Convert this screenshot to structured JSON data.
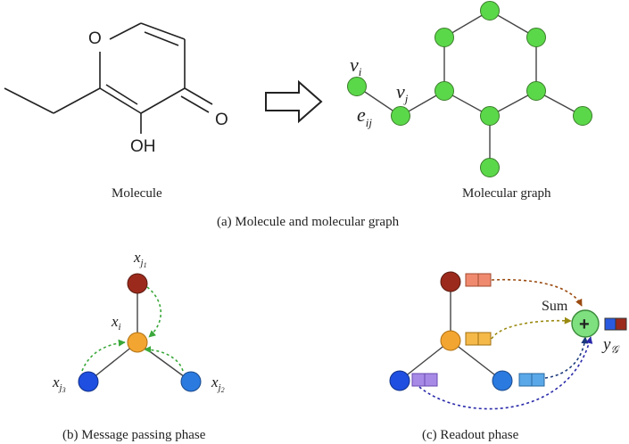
{
  "panel_a": {
    "caption": "(a) Molecule and molecular graph",
    "molecule_label": "Molecule",
    "graph_label": "Molecular graph",
    "atom_labels": {
      "ring_oxygen": "O",
      "carbonyl_oxygen": "O",
      "hydroxyl": "OH"
    },
    "node_labels": {
      "vi": "v",
      "vi_sub": "i",
      "vj": "v",
      "vj_sub": "j",
      "eij": "e",
      "eij_sub": "ij"
    }
  },
  "panel_b": {
    "caption": "(b) Message passing phase",
    "labels": {
      "xi": "x",
      "xi_sub": "i",
      "xj1": "x",
      "xj1_sub": "j",
      "xj1_subsub": "1",
      "xj2": "x",
      "xj2_sub": "j",
      "xj2_subsub": "2",
      "xj3": "x",
      "xj3_sub": "j",
      "xj3_subsub": "3"
    }
  },
  "panel_c": {
    "caption": "(c) Readout phase",
    "sum_label": "Sum",
    "plus_symbol": "+",
    "output_label": "y",
    "output_sub": "𝒢"
  },
  "colors": {
    "graph_node": "#5bd84a",
    "center_node": "#f3a531",
    "top_node": "#9c2a1c",
    "bottom_node": "#1f4fe0",
    "right_node": "#2a7ae0",
    "message_arrow": "#3aa83a",
    "readout_arrow_top": "#9a4a10",
    "readout_arrow_mid": "#9a8a10",
    "readout_arrow_right": "#1a3a7a",
    "readout_arrow_left": "#2a2aaa",
    "sum_node": "#7ee07e",
    "feat_red": "#f08a6e",
    "feat_orange": "#f5b94a",
    "feat_purple": "#a68ae6",
    "feat_blue": "#5aa8e8",
    "out_blue": "#2a5ae0",
    "out_red": "#9c2a1c"
  }
}
